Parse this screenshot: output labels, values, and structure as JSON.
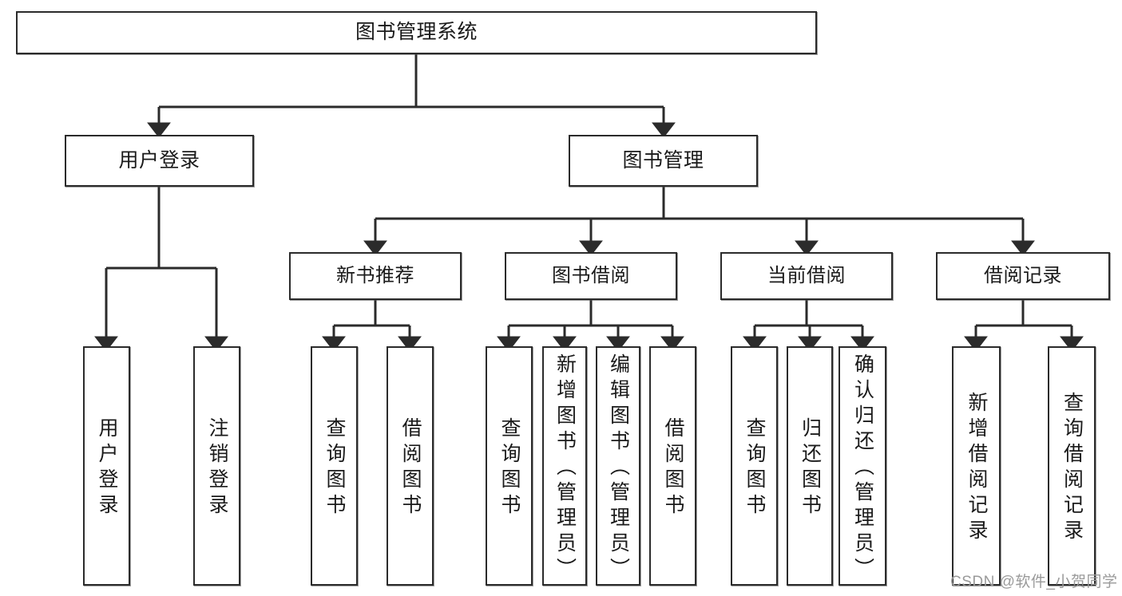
{
  "diagram": {
    "type": "tree-hierarchy",
    "title": "图书管理系统",
    "watermark": "CSDN @软件_小贺同学",
    "colors": {
      "box_border": "#2b2b2b",
      "box_fill": "#ffffff",
      "connector": "#2b2b2b",
      "text": "#1a1a1a",
      "watermark": "#9a9a9a"
    },
    "nodes": {
      "root": {
        "label": "图书管理系统"
      },
      "level2": [
        {
          "label": "用户登录"
        },
        {
          "label": "图书管理"
        }
      ],
      "level3": [
        {
          "label": "新书推荐"
        },
        {
          "label": "图书借阅"
        },
        {
          "label": "当前借阅"
        },
        {
          "label": "借阅记录"
        }
      ],
      "leaves": {
        "user_login": [
          {
            "label": "用户登录"
          },
          {
            "label": "注销登录"
          }
        ],
        "new_book_recommend": [
          {
            "label": "查询图书"
          },
          {
            "label": "借阅图书"
          }
        ],
        "book_borrow": [
          {
            "label": "查询图书"
          },
          {
            "label": "新增图书（管理员）"
          },
          {
            "label": "编辑图书（管理员）"
          },
          {
            "label": "借阅图书"
          }
        ],
        "current_borrow": [
          {
            "label": "查询图书"
          },
          {
            "label": "归还图书"
          },
          {
            "label": "确认归还（管理员）"
          }
        ],
        "borrow_record": [
          {
            "label": "新增借阅记录"
          },
          {
            "label": "查询借阅记录"
          }
        ]
      }
    }
  }
}
